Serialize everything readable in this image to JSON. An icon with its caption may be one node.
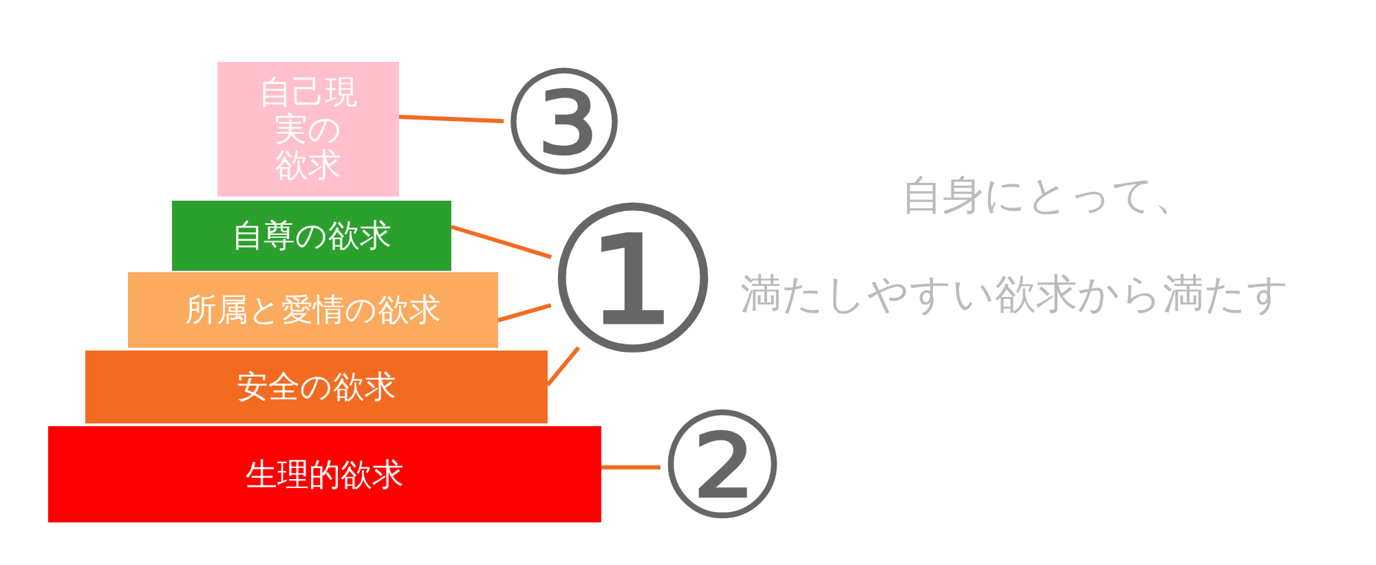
{
  "diagram": {
    "nodes": [
      {
        "text": [
          "自己現実の欲求"
        ]
      },
      {
        "text": [
          "自尊の欲求"
        ]
      },
      {
        "text": [
          "所属と愛情の欲求"
        ]
      },
      {
        "text": [
          "安全の欲求"
        ]
      },
      {
        "text": [
          "生理的欲求"
        ]
      },
      {
        "text": [
          "③"
        ]
      },
      {
        "text": [
          "①"
        ]
      },
      {
        "text": [
          "②"
        ]
      }
    ],
    "edges": [
      {
        "from": 0,
        "to": 5,
        "arrow": "none"
      },
      {
        "from": 1,
        "to": 6,
        "arrow": "none"
      },
      {
        "from": 2,
        "to": 6,
        "arrow": "none"
      },
      {
        "from": 3,
        "to": 6,
        "arrow": "none"
      },
      {
        "from": 4,
        "to": 7,
        "arrow": "none"
      }
    ],
    "labels": [
      "自身にとって、",
      "満たしやすい欲求から満たす"
    ]
  }
}
